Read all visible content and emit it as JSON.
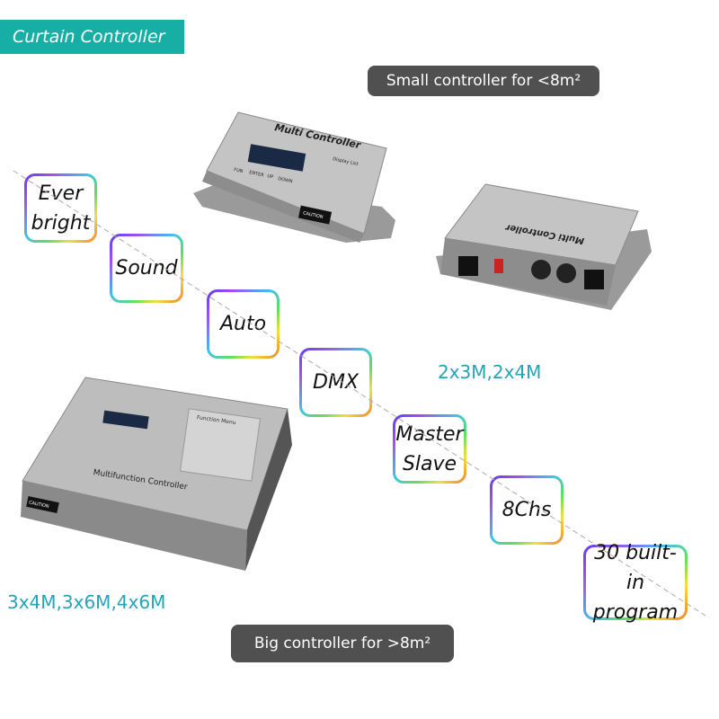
{
  "header": {
    "title": "Curtain Controller",
    "color": "#17aea6"
  },
  "small_controller": {
    "label": "Small controller for <8m²",
    "sizes": "2x3M,2x4M",
    "device_text": {
      "name": "Multi Controller",
      "buttons": [
        "FUN",
        "ENTER",
        "UP",
        "DOWN"
      ],
      "panel": "Display List",
      "caution": "CAUTION"
    }
  },
  "big_controller": {
    "label": "Big controller for >8m²",
    "sizes": "3x4M,3x6M,4x6M",
    "device_text": {
      "name": "Multifunction Controller",
      "panel": "Function Menu",
      "caution": "CAUTION"
    }
  },
  "features": [
    "Ever bright",
    "Sound",
    "Auto",
    "DMX",
    "Master Slave",
    "8Chs",
    "30 built-in program"
  ],
  "colors": {
    "pill": "#505050",
    "size_text": "#25a3b8"
  }
}
